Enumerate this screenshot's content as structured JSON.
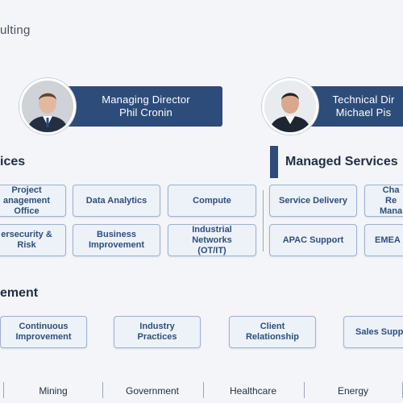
{
  "brand_text": "ulting",
  "leaders": [
    {
      "role": "Managing Director",
      "name": "Phil Cronin"
    },
    {
      "role": "Technical Dir",
      "name": "Michael Pis"
    }
  ],
  "sections": {
    "services_title": "ices",
    "managed_title": "Managed Services",
    "engagement_title": "ement"
  },
  "services_cards": [
    "Project\nanagement\nOffice",
    "Data Analytics",
    "Compute",
    "ersecurity &\nRisk",
    "Business\nImprovement",
    "Industrial\nNetworks\n(OT/IT)"
  ],
  "managed_cards": [
    "Service Delivery",
    "Cha\nRe\nMana",
    "APAC Support",
    "EMEA"
  ],
  "engagement_cards": [
    "Continuous\nImprovement",
    "Industry\nPractices",
    "Client\nRelationship",
    "Sales Supp"
  ],
  "sectors": [
    "Mining",
    "Government",
    "Healthcare",
    "Energy"
  ],
  "colors": {
    "navy": "#2e4c7a",
    "card_fill": "#edf1f8",
    "card_border": "#9cb1d3",
    "text_blue": "#2d4f7c",
    "background": "#f4f5f8"
  },
  "icons": [
    "portrait-icon-phil",
    "portrait-icon-michael"
  ]
}
